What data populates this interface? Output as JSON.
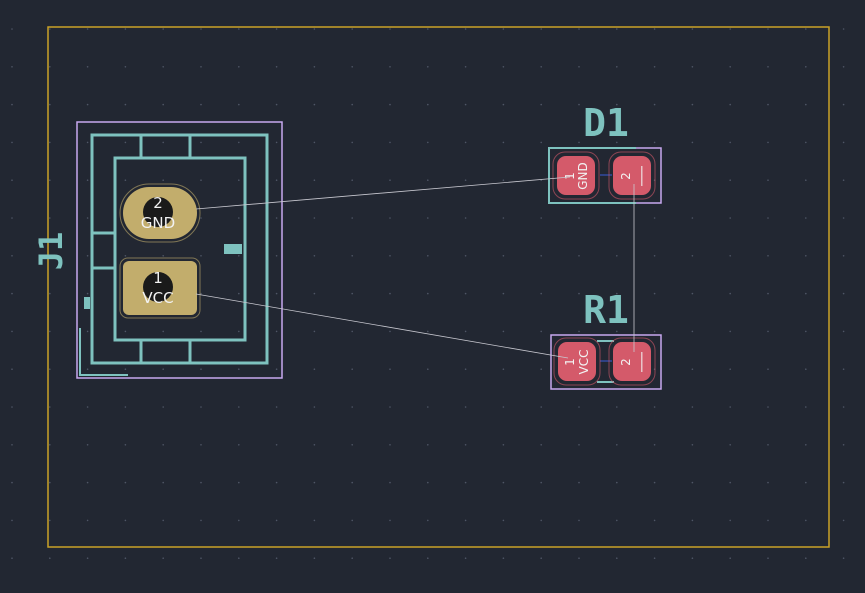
{
  "colors": {
    "background": "#222732",
    "grid": "#4f5666",
    "board_edge": "#c9a227",
    "silkscreen": "#7ec2bf",
    "courtyard": "#c8a8f0",
    "tht_pad": "#c2ad6c",
    "smd_pad": "#d45a6a",
    "ratsnest": "#c8c8d0"
  },
  "footprints": {
    "j1": {
      "reference": "J1",
      "pads": [
        {
          "number": "2",
          "net": "GND"
        },
        {
          "number": "1",
          "net": "VCC"
        }
      ]
    },
    "d1": {
      "reference": "D1",
      "pads": [
        {
          "number": "1",
          "net": "GND"
        },
        {
          "number": "2",
          "net": ""
        }
      ]
    },
    "r1": {
      "reference": "R1",
      "pads": [
        {
          "number": "1",
          "net": "VCC"
        },
        {
          "number": "2",
          "net": ""
        }
      ]
    }
  }
}
